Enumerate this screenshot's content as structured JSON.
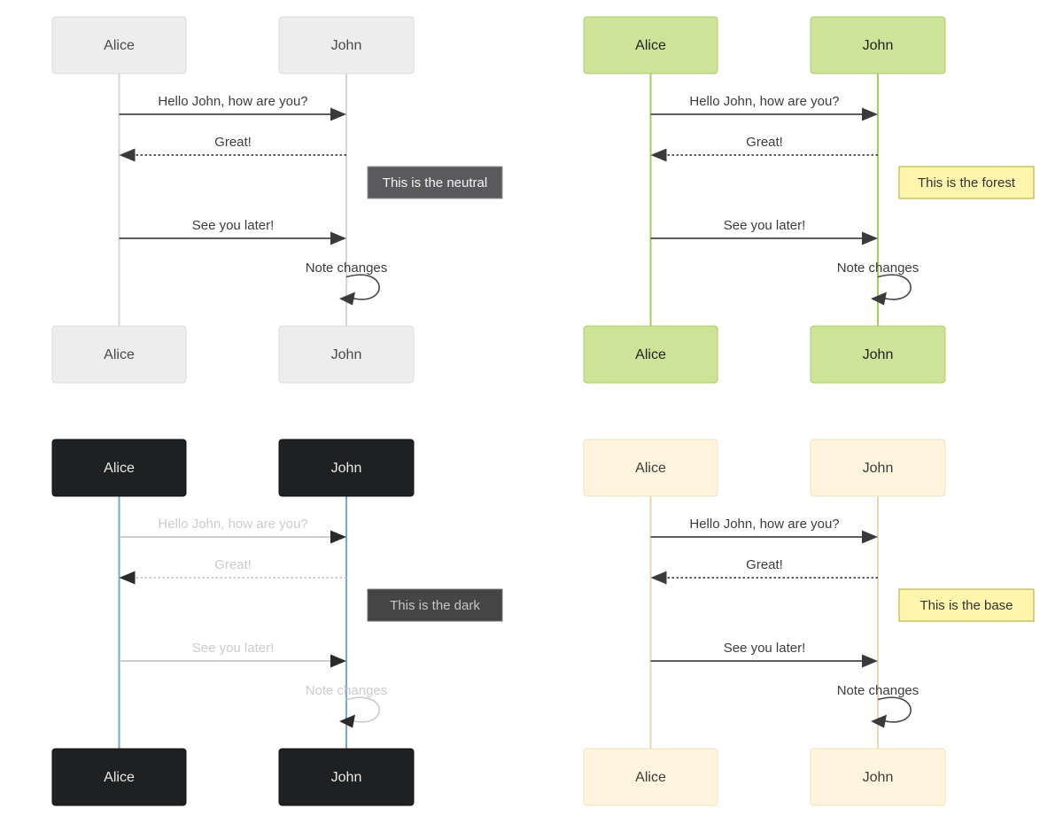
{
  "page": {
    "background": "#ffffff"
  },
  "diagrams": [
    {
      "id": "neutral",
      "actors": {
        "left": "Alice",
        "right": "John"
      },
      "messages": {
        "m1": "Hello John, how are you?",
        "m2": "Great!",
        "m3": "See you later!",
        "self": "Note changes"
      },
      "note": "This is the neutral",
      "colors": {
        "actor_bg": "#ededed",
        "actor_border": "#dadada",
        "actor_text": "#4a4a4a",
        "lifeline": "#d6d6d6",
        "msg_text": "#3c3c3c",
        "msg_line": "#474747",
        "arrowhead": "#3a3a3a",
        "note_bg": "#5a5a5d",
        "note_border": "#929292",
        "note_text": "#f7f7f7",
        "loop": "#474747"
      }
    },
    {
      "id": "forest",
      "actors": {
        "left": "Alice",
        "right": "John"
      },
      "messages": {
        "m1": "Hello John, how are you?",
        "m2": "Great!",
        "m3": "See you later!",
        "self": "Note changes"
      },
      "note": "This is the forest",
      "colors": {
        "actor_bg": "#cde498",
        "actor_border": "#aac96a",
        "actor_text": "#222222",
        "lifeline": "#a9cc5f",
        "msg_text": "#3c3c3c",
        "msg_line": "#474747",
        "arrowhead": "#3a3a3a",
        "note_bg": "#fff5ad",
        "note_border": "#aaaa33",
        "note_text": "#333333",
        "loop": "#474747"
      }
    },
    {
      "id": "dark",
      "actors": {
        "left": "Alice",
        "right": "John"
      },
      "messages": {
        "m1": "Hello John, how are you?",
        "m2": "Great!",
        "m3": "See you later!",
        "self": "Note changes"
      },
      "note": "This is the dark",
      "colors": {
        "actor_bg": "#1f2021",
        "actor_border": "#101011",
        "actor_text": "#e9e9e9",
        "lifeline": "#76a7d7",
        "msg_text": "#cbcbcb",
        "msg_line": "#c6c6c6",
        "arrowhead": "#2b2b2b",
        "note_bg": "#454545",
        "note_border": "#747474",
        "note_text": "#c6c6c6",
        "loop": "#c9c9c9"
      }
    },
    {
      "id": "base",
      "actors": {
        "left": "Alice",
        "right": "John"
      },
      "messages": {
        "m1": "Hello John, how are you?",
        "m2": "Great!",
        "m3": "See you later!",
        "self": "Note changes"
      },
      "note": "This is the base",
      "colors": {
        "actor_bg": "#fff4dd",
        "actor_border": "#f0e1be",
        "actor_text": "#3c3c3c",
        "lifeline": "#e7d8b4",
        "msg_text": "#3c3c3c",
        "msg_line": "#474747",
        "arrowhead": "#3a3a3a",
        "note_bg": "#fff5ad",
        "note_border": "#aaaa33",
        "note_text": "#333333",
        "loop": "#474747"
      }
    }
  ]
}
